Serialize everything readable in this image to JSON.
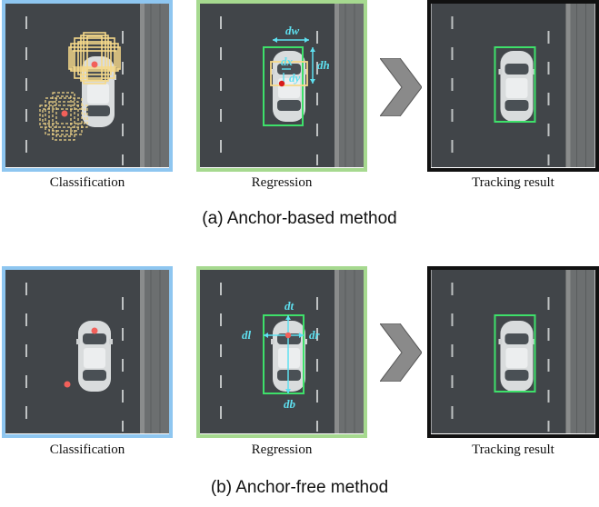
{
  "rows": [
    {
      "caption": "(a) Anchor-based method",
      "panel_labels": [
        "Classification",
        "Regression",
        "Tracking result"
      ],
      "annotations": [
        "dw",
        "dh",
        "dx",
        "dy"
      ]
    },
    {
      "caption": "(b) Anchor-free method",
      "panel_labels": [
        "Classification",
        "Regression",
        "Tracking result"
      ],
      "annotations": [
        "dt",
        "dl",
        "dr",
        "db"
      ]
    }
  ],
  "colors": {
    "classification_border": "#8ec6f0",
    "regression_border": "#a6d98f",
    "tracking_border": "#111111",
    "box_green": "#3ee06a",
    "anchor_yellow": "#f6d98a",
    "point_red": "#f2605a",
    "annotation_cyan": "#5ee0f0",
    "arrow_gray": "#8a8a8a"
  }
}
